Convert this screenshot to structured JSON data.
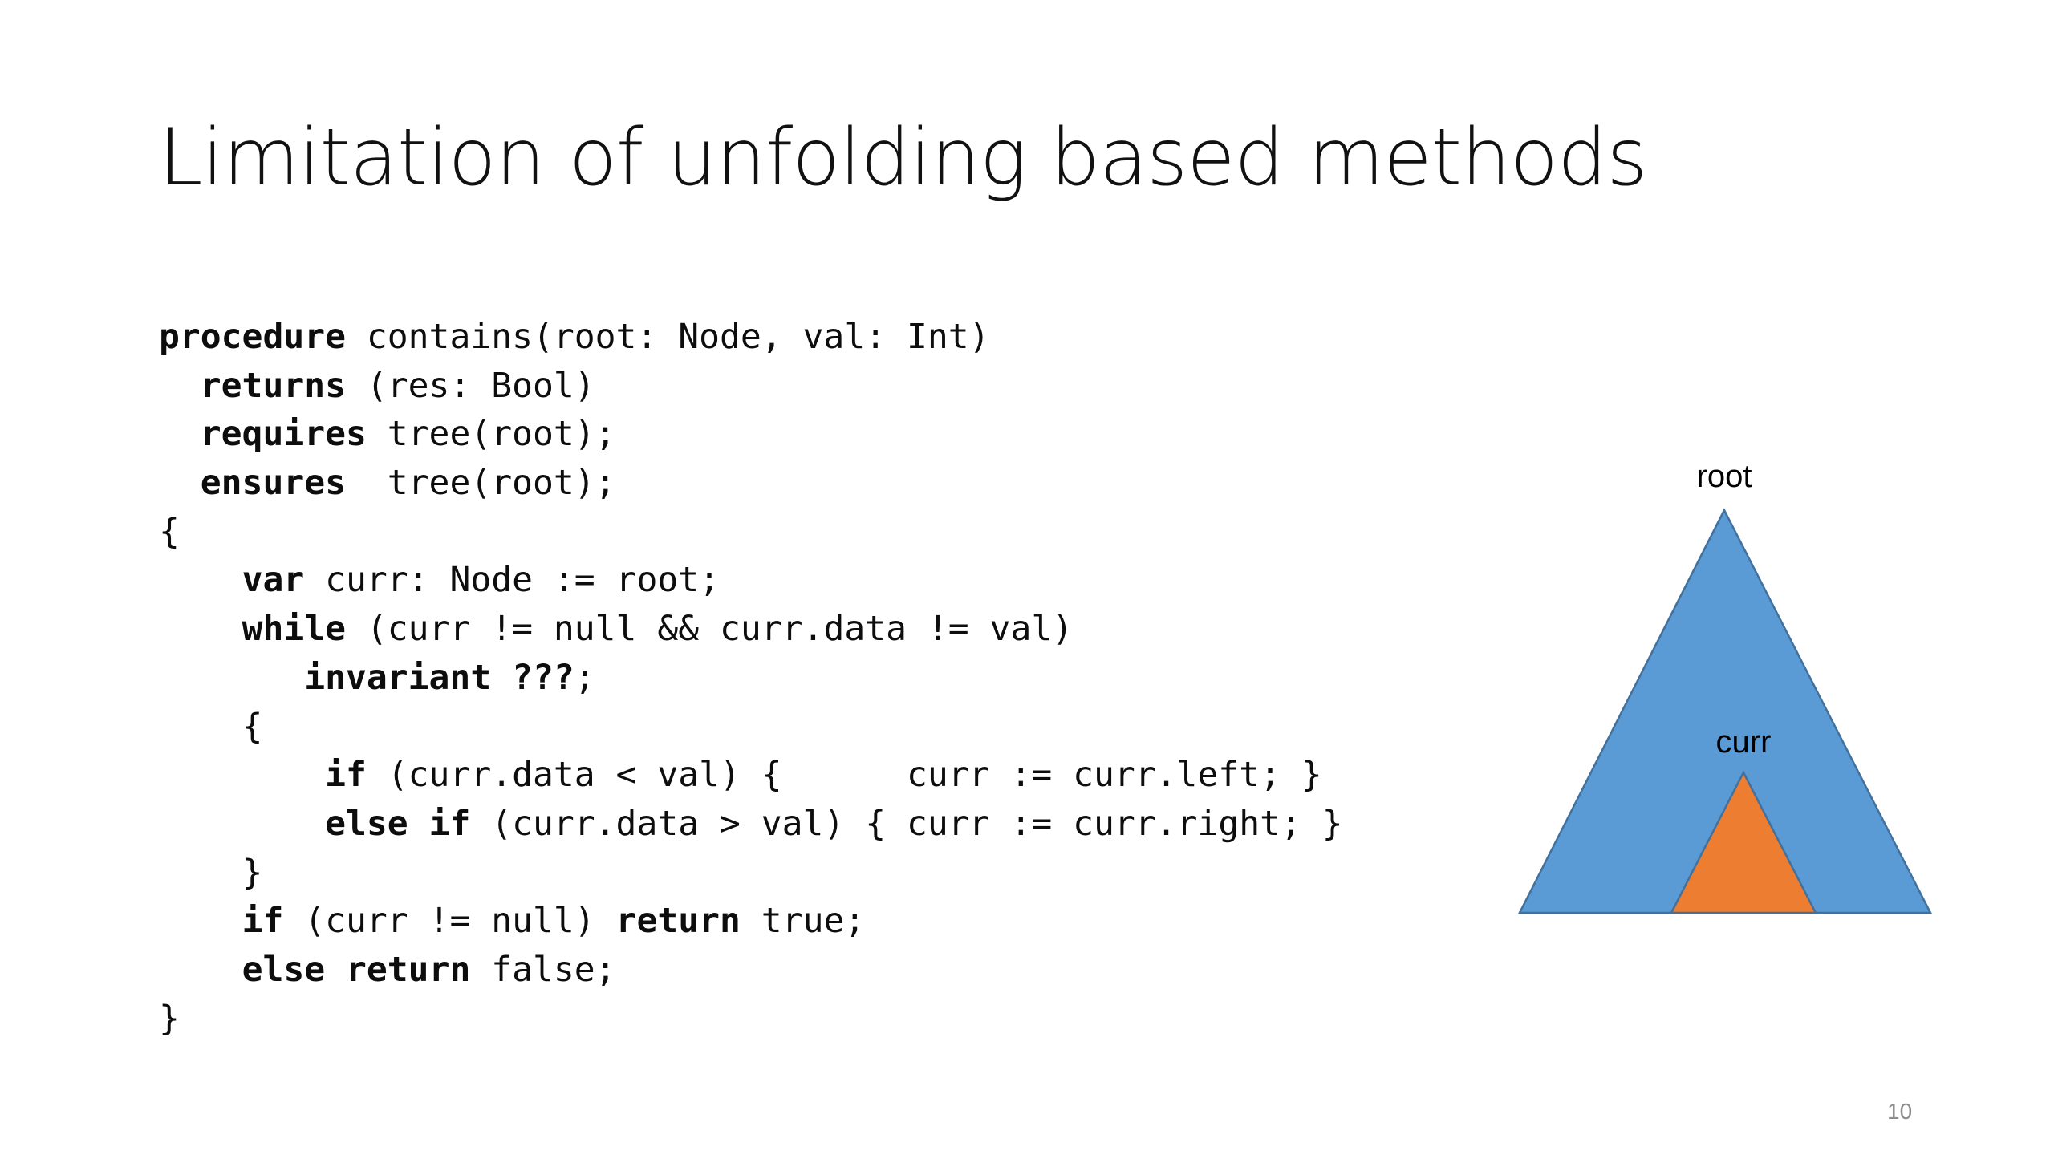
{
  "slide": {
    "title": "Limitation of unfolding based methods",
    "page_number": "10"
  },
  "code": {
    "lines": [
      [
        {
          "t": "procedure",
          "kw": true
        },
        {
          "t": " contains(root: Node, val: Int)",
          "kw": false
        }
      ],
      [
        {
          "t": "  ",
          "kw": false
        },
        {
          "t": "returns",
          "kw": true
        },
        {
          "t": " (res: Bool)",
          "kw": false
        }
      ],
      [
        {
          "t": "  ",
          "kw": false
        },
        {
          "t": "requires",
          "kw": true
        },
        {
          "t": " tree(root);",
          "kw": false
        }
      ],
      [
        {
          "t": "  ",
          "kw": false
        },
        {
          "t": "ensures",
          "kw": true
        },
        {
          "t": "  tree(root);",
          "kw": false
        }
      ],
      [
        {
          "t": "{",
          "kw": false
        }
      ],
      [
        {
          "t": "    ",
          "kw": false
        },
        {
          "t": "var",
          "kw": true
        },
        {
          "t": " curr: Node := root;",
          "kw": false
        }
      ],
      [
        {
          "t": "    ",
          "kw": false
        },
        {
          "t": "while",
          "kw": true
        },
        {
          "t": " (curr != null && curr.data != val)",
          "kw": false
        }
      ],
      [
        {
          "t": "       ",
          "kw": false
        },
        {
          "t": "invariant",
          "kw": true
        },
        {
          "t": " ",
          "kw": false
        },
        {
          "t": "???",
          "kw": true
        },
        {
          "t": ";",
          "kw": false
        }
      ],
      [
        {
          "t": "    {",
          "kw": false
        }
      ],
      [
        {
          "t": "        ",
          "kw": false
        },
        {
          "t": "if",
          "kw": true
        },
        {
          "t": " (curr.data < val) {      curr := curr.left; }",
          "kw": false
        }
      ],
      [
        {
          "t": "        ",
          "kw": false
        },
        {
          "t": "else",
          "kw": true
        },
        {
          "t": " ",
          "kw": false
        },
        {
          "t": "if",
          "kw": true
        },
        {
          "t": " (curr.data > val) { curr := curr.right; }",
          "kw": false
        }
      ],
      [
        {
          "t": "    }",
          "kw": false
        }
      ],
      [
        {
          "t": "    ",
          "kw": false
        },
        {
          "t": "if",
          "kw": true
        },
        {
          "t": " (curr != null) ",
          "kw": false
        },
        {
          "t": "return",
          "kw": true
        },
        {
          "t": " true;",
          "kw": false
        }
      ],
      [
        {
          "t": "    ",
          "kw": false
        },
        {
          "t": "else",
          "kw": true
        },
        {
          "t": " ",
          "kw": false
        },
        {
          "t": "return",
          "kw": true
        },
        {
          "t": " false;",
          "kw": false
        }
      ],
      [
        {
          "t": "}",
          "kw": false
        }
      ]
    ]
  },
  "diagram": {
    "root_label": "root",
    "curr_label": "curr",
    "outer_color": "#5b9bd5",
    "inner_color": "#ed7d31",
    "outline_color": "#41719c"
  }
}
